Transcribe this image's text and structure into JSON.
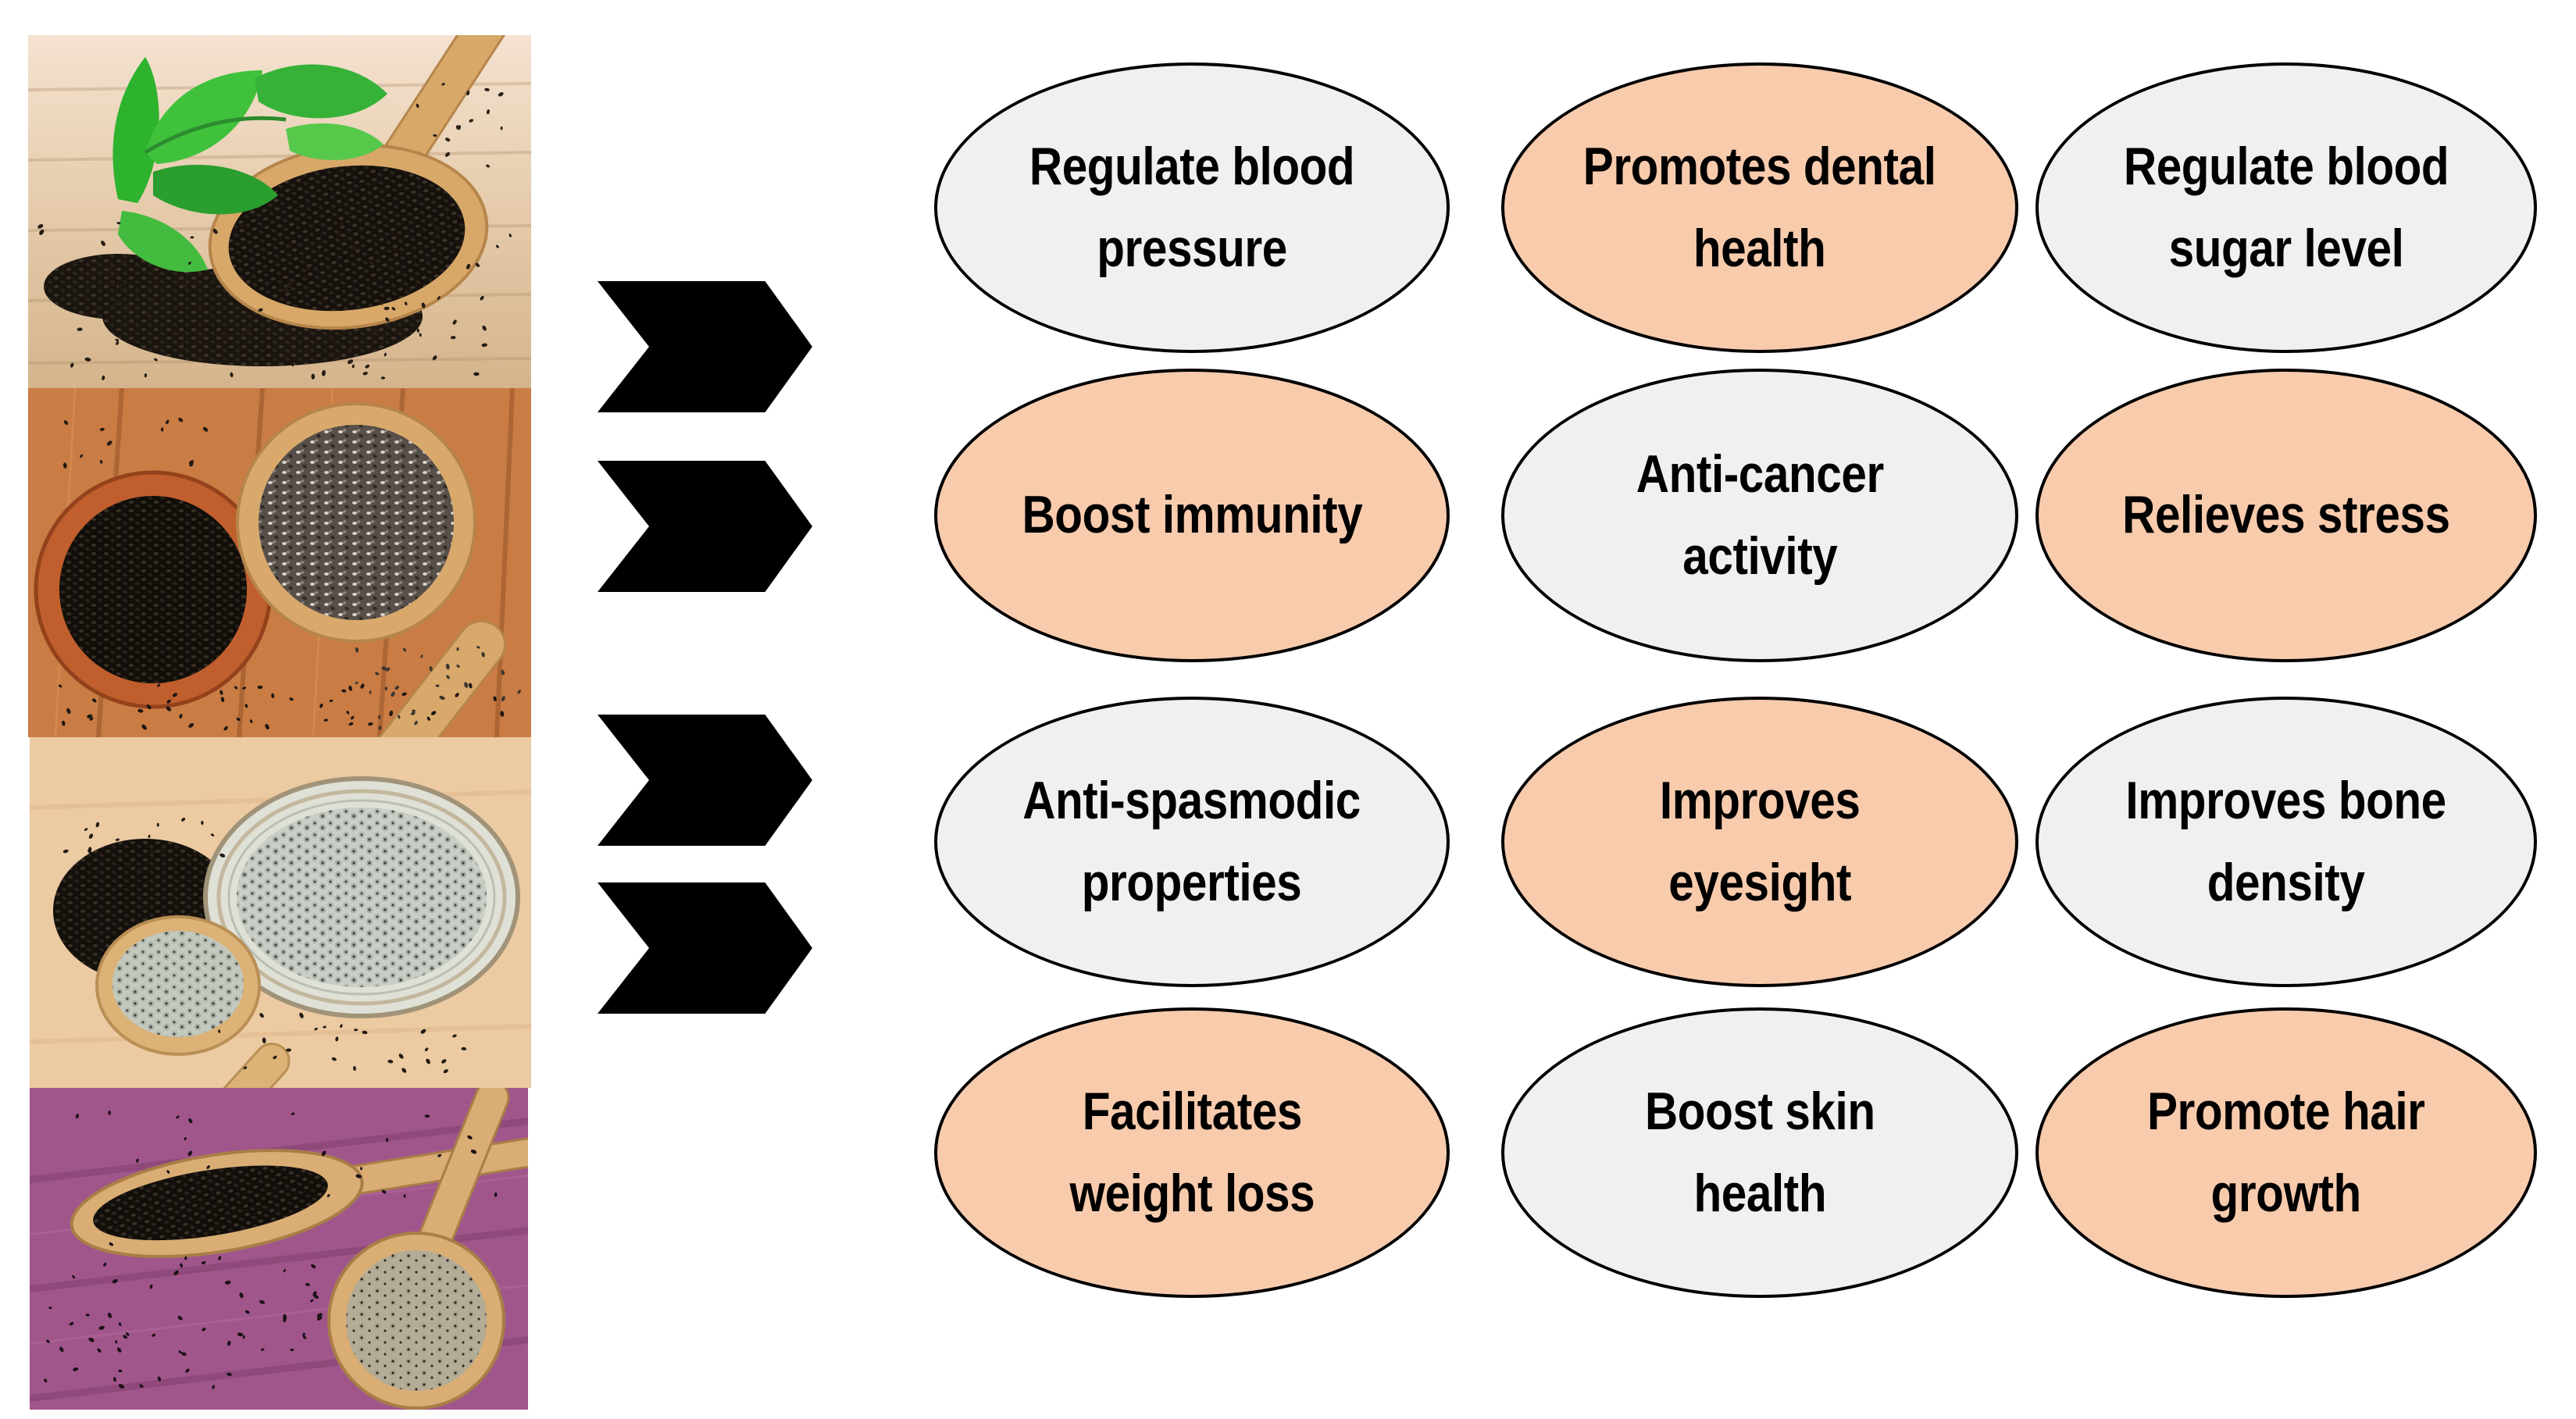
{
  "benefits": {
    "items": [
      {
        "label": "Regulate blood\npressure",
        "fill": "gray"
      },
      {
        "label": "Promotes dental\nhealth",
        "fill": "peach"
      },
      {
        "label": "Regulate blood\nsugar level",
        "fill": "gray"
      },
      {
        "label": "Boost immunity",
        "fill": "peach"
      },
      {
        "label": "Anti-cancer\nactivity",
        "fill": "gray"
      },
      {
        "label": "Relieves stress",
        "fill": "peach"
      },
      {
        "label": "Anti-spasmodic\nproperties",
        "fill": "gray"
      },
      {
        "label": "Improves\neyesight",
        "fill": "peach"
      },
      {
        "label": "Improves bone\ndensity",
        "fill": "gray"
      },
      {
        "label": "Facilitates\nweight loss",
        "fill": "peach"
      },
      {
        "label": "Boost skin\nhealth",
        "fill": "gray"
      },
      {
        "label": "Promote hair\ngrowth",
        "fill": "peach"
      }
    ]
  },
  "arrows": {
    "icon": "chevron-right-icon",
    "items": [
      {
        "icon": "chevron-right-icon"
      },
      {
        "icon": "chevron-right-icon"
      },
      {
        "icon": "chevron-right-icon"
      },
      {
        "icon": "chevron-right-icon"
      }
    ]
  },
  "photos": [
    {
      "id": "photo-1",
      "description": "Wooden spoon full of black basil seeds with fresh green basil leaves on a light wooden table"
    },
    {
      "id": "photo-2",
      "description": "Wooden bowl of black basil seeds beside a wooden spoon of grey chia seeds on an orange wooden table"
    },
    {
      "id": "photo-3",
      "description": "Glass bowl and wooden spoon of soaked basil seeds next to a pile of dry black seeds on a tan surface"
    },
    {
      "id": "photo-4",
      "description": "Wooden spoon of dry black basil seeds and a spoon of soaked basil seeds on a purple surface"
    }
  ],
  "colors": {
    "peach": "#f8cbad",
    "gray": "#f1f0ee",
    "outline": "#000000",
    "arrow": "#000000",
    "background": "#ffffff"
  }
}
